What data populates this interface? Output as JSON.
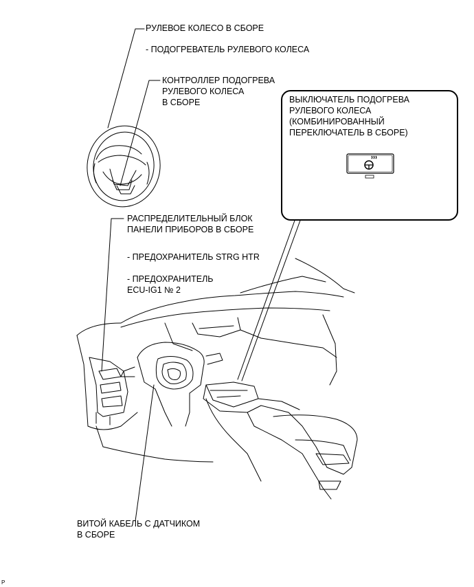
{
  "labels": {
    "steering_wheel": "РУЛЕВОЕ КОЛЕСО В СБОРЕ",
    "steering_heater": "- ПОДОГРЕВАТЕЛЬ РУЛЕВОГО КОЛЕСА",
    "controller": [
      "КОНТРОЛЛЕР ПОДОГРЕВА",
      "РУЛЕВОГО КОЛЕСА",
      "В СБОРЕ"
    ],
    "junction_block": [
      "РАСПРЕДЕЛИТЕЛЬНЫЙ БЛОК",
      "ПАНЕЛИ ПРИБОРОВ В СБОРЕ"
    ],
    "fuse_strg": "- ПРЕДОХРАНИТЕЛЬ STRG HTR",
    "fuse_ecu": [
      "- ПРЕДОХРАНИТЕЛЬ",
      "ECU-IG1 № 2"
    ],
    "spiral_cable": [
      "ВИТОЙ КАБЕЛЬ С ДАТЧИКОМ",
      "В СБОРЕ"
    ]
  },
  "callout": {
    "lines": [
      "ВЫКЛЮЧАТЕЛЬ ПОДОГРЕВА",
      "РУЛЕВОГО КОЛЕСА",
      "(КОМБИНИРОВАННЫЙ",
      "ПЕРЕКЛЮЧАТЕЛЬ В СБОРЕ)"
    ],
    "icon": "heated-steering-wheel-icon"
  },
  "footer_mark": "P"
}
